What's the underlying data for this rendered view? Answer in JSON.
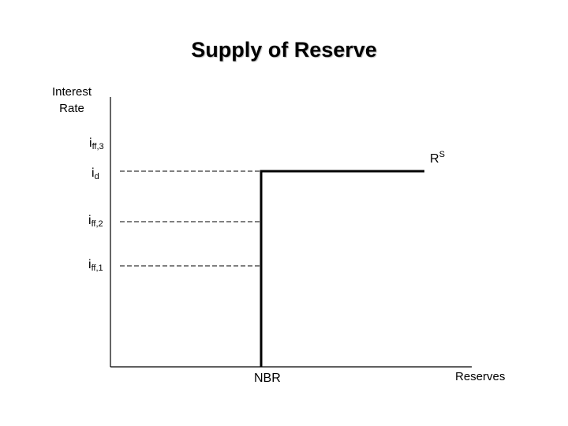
{
  "title": "Supply of Reserve",
  "y_axis_label_line1": "Interest",
  "y_axis_label_line2": "Rate",
  "x_axis_label": "Reserves",
  "rate_labels": {
    "i_ff3": {
      "base": "i",
      "sub": "ff,3"
    },
    "i_d": {
      "base": "i",
      "sub": "d"
    },
    "i_ff2": {
      "base": "i",
      "sub": "ff,2"
    },
    "i_ff1": {
      "base": "i",
      "sub": "ff,1"
    }
  },
  "curve_label": {
    "base": "R",
    "sup": "S"
  },
  "quantity_label": "NBR"
}
